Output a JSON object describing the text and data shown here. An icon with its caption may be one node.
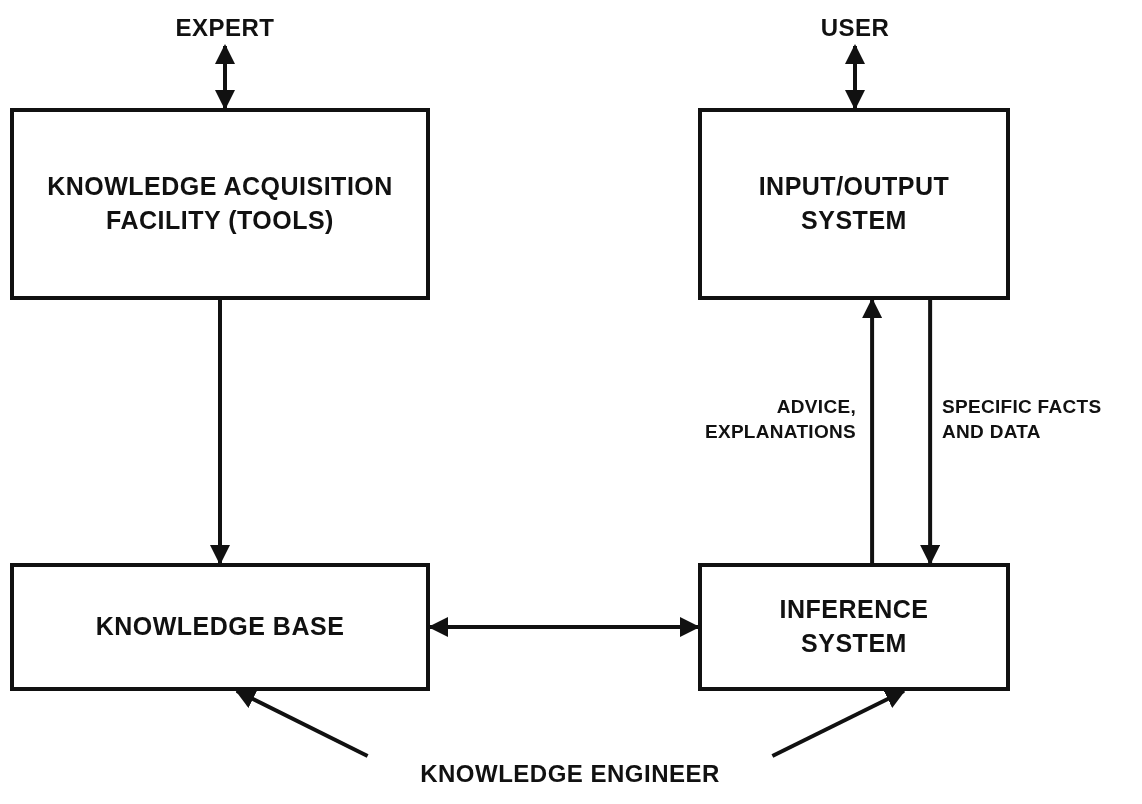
{
  "diagram": {
    "nodes": [
      {
        "text": [
          "EXPERT"
        ]
      },
      {
        "text": [
          "USER"
        ]
      },
      {
        "text": [
          "KNOWLEDGE ACQUISITION FACILITY (TOOLS)"
        ]
      },
      {
        "text": [
          "INPUT/OUTPUT SYSTEM"
        ]
      },
      {
        "text": [
          "KNOWLEDGE BASE"
        ]
      },
      {
        "text": [
          "INFERENCE SYSTEM"
        ]
      },
      {
        "text": [
          "KNOWLEDGE ENGINEER"
        ]
      }
    ],
    "edges": [
      {
        "from": 0,
        "to": 2,
        "arrow": "both"
      },
      {
        "from": 1,
        "to": 3,
        "arrow": "both"
      },
      {
        "from": 2,
        "to": 4,
        "arrow": "to"
      },
      {
        "from": 5,
        "to": 3,
        "arrow": "to",
        "label": "ADVICE, EXPLANATIONS"
      },
      {
        "from": 3,
        "to": 5,
        "arrow": "to",
        "label": "SPECIFIC FACTS AND DATA"
      },
      {
        "from": 4,
        "to": 5,
        "arrow": "both"
      },
      {
        "from": 6,
        "to": 4,
        "arrow": "to"
      },
      {
        "from": 6,
        "to": 5,
        "arrow": "to"
      }
    ]
  }
}
